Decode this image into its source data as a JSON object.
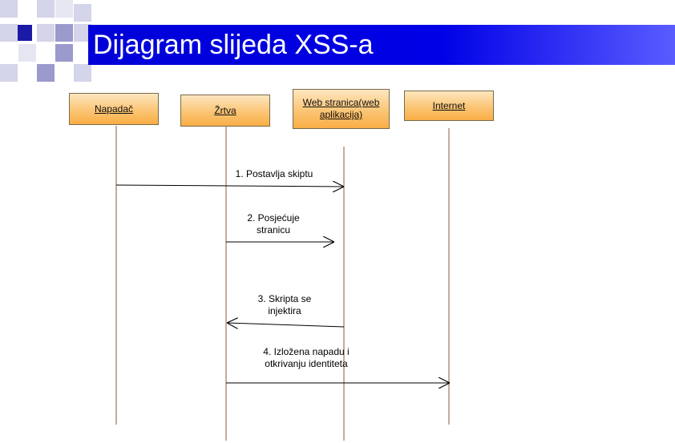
{
  "title": "Dijagram slijeda XSS-a",
  "colors": {
    "title_bar": "#0000e0",
    "box_fill": "#fbc575",
    "lifeline": "#8b5a3c",
    "arrow": "#000000",
    "deco_squares": [
      "#9090c8",
      "#d8d8ec",
      "#1010a0"
    ]
  },
  "participants": [
    {
      "id": "napadac",
      "label": "Napadač"
    },
    {
      "id": "zrtva",
      "label": "Žrtva"
    },
    {
      "id": "web",
      "label": "Web stranica(web aplikacija)"
    },
    {
      "id": "internet",
      "label": "Internet"
    }
  ],
  "messages": [
    {
      "from": "napadac",
      "to": "web",
      "label": "1. Postavlja skiptu"
    },
    {
      "from": "zrtva",
      "to": "web",
      "label": "2. Posjećuje stranicu"
    },
    {
      "from": "web",
      "to": "zrtva",
      "label": "3. Skripta se injektira"
    },
    {
      "from": "zrtva",
      "to": "internet",
      "label": "4. Izložena napadu i otkrivanju identiteta"
    }
  ]
}
